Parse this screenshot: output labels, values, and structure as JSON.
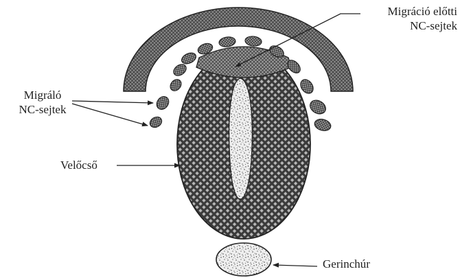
{
  "labels": {
    "premigratory_line1": "Migráció előtti",
    "premigratory_line2": "NC-sejtek",
    "migrating_line1": "Migráló",
    "migrating_line2": "NC-sejtek",
    "neural_tube": "Velőcső",
    "notochord": "Gerinchúr"
  },
  "colors": {
    "ink": "#222222",
    "background": "#ffffff"
  }
}
